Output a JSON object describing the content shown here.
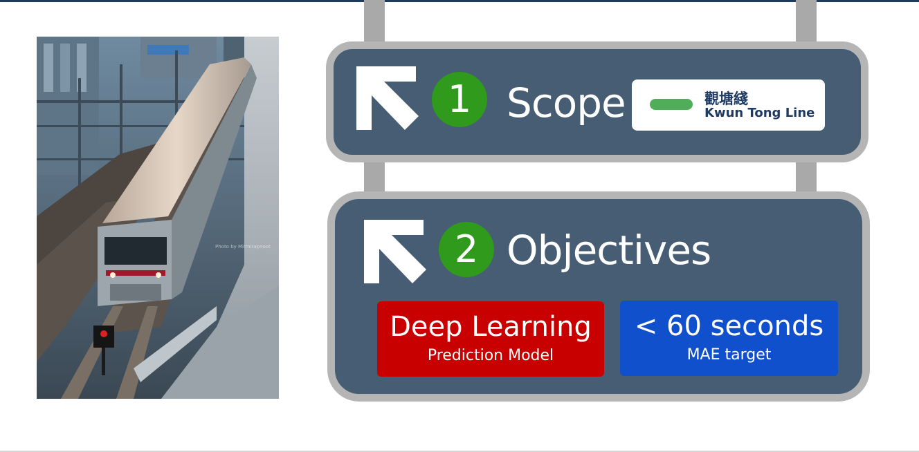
{
  "photo": {
    "credit": "Photo by Mirmirapnoot"
  },
  "scope": {
    "number": "1",
    "title": "Scope",
    "line": {
      "name_zh": "觀塘綫",
      "name_en": "Kwun Tong Line",
      "color": "#52ad5a"
    }
  },
  "objectives": {
    "number": "2",
    "title": "Objectives",
    "cards": [
      {
        "main": "Deep Learning",
        "sub": "Prediction Model",
        "color": "#c80000"
      },
      {
        "main": "< 60 seconds",
        "sub": "MAE target",
        "color": "#1150cc"
      }
    ]
  },
  "colors": {
    "sign_background": "#465d73",
    "sign_border": "#b5b5b5",
    "number_badge": "#2f9a1c"
  }
}
